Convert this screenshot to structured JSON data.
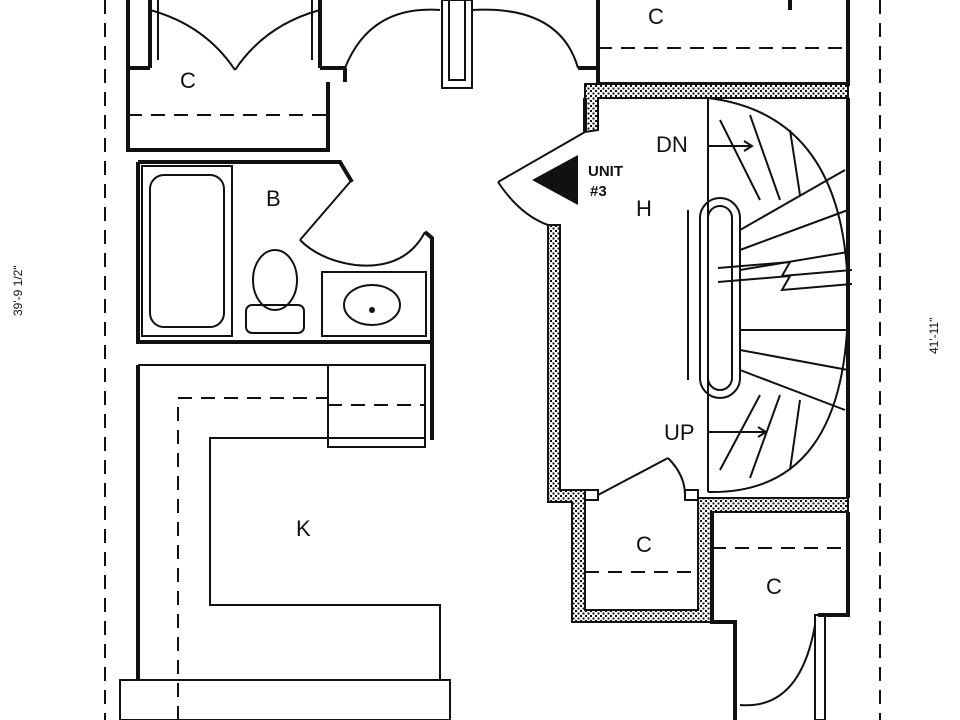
{
  "rooms": {
    "closet_top_left": "C",
    "closet_top_right": "C",
    "bath": "B",
    "hall": "H",
    "kitchen": "K",
    "closet_bottom_mid": "C",
    "closet_bottom_right": "C"
  },
  "unit": {
    "word": "UNIT",
    "number": "#3"
  },
  "stairs": {
    "down": "DN",
    "up": "UP"
  },
  "dimensions": {
    "left": "39'-9 1/2\"",
    "right": "41'-11\""
  }
}
